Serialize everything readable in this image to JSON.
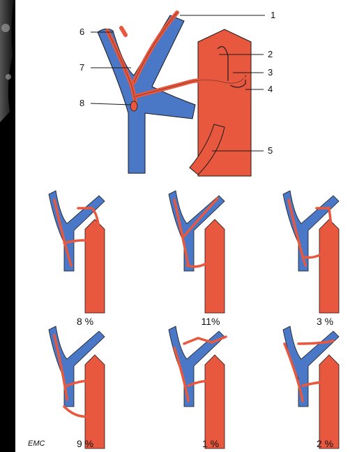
{
  "colors": {
    "vein": "#4a78c6",
    "artery": "#e8583f",
    "outline": "#1a1a1a",
    "background": "#ffffff"
  },
  "main_labels": [
    "1",
    "2",
    "3",
    "4",
    "5",
    "6",
    "7",
    "8"
  ],
  "variants": [
    {
      "percent": "8 %"
    },
    {
      "percent": "11%"
    },
    {
      "percent": "3 %"
    },
    {
      "percent": "9 %"
    },
    {
      "percent": "1 %"
    },
    {
      "percent": "2 %"
    }
  ],
  "signature": "EMC"
}
